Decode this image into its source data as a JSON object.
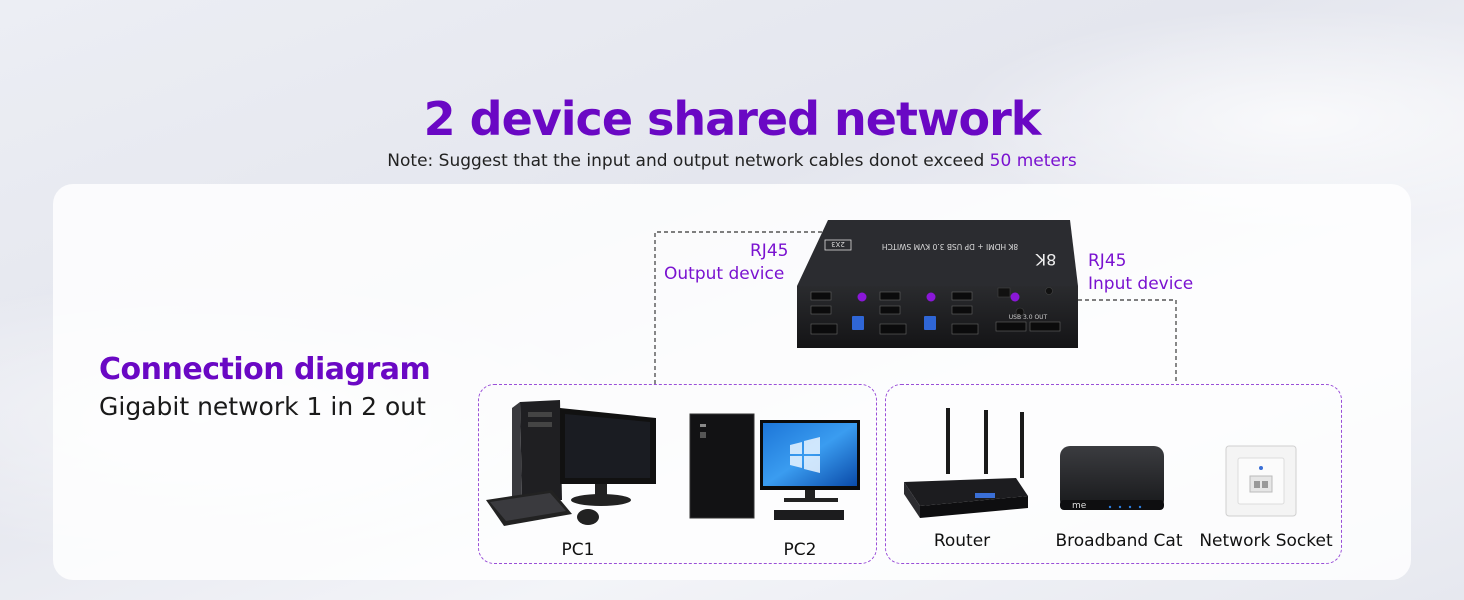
{
  "headline": "2 device shared network",
  "note": {
    "prefix": "Note: Suggest that the input and output network cables donot exceed",
    "highlight": "50 meters"
  },
  "diagram": {
    "title": "Connection diagram",
    "subtitle": "Gigabit network 1 in 2 out"
  },
  "ports": {
    "output_rj45": "RJ45",
    "output_device": "Output device",
    "input_rj45": "RJ45",
    "input_device": "Input device"
  },
  "switch": {
    "model_text": "8K HDMI + DP USB 3.0 KVM SWITCH",
    "tag": "2X3",
    "resolution": "8K",
    "usb_out": "USB 3.0 OUT"
  },
  "devices": {
    "pc1": "PC1",
    "pc2": "PC2",
    "router": "Router",
    "broadband": "Broadband Cat",
    "socket": "Network Socket",
    "box_brand": "me"
  },
  "colors": {
    "accent": "#6a08c4",
    "dash": "#9a4fd8",
    "cable": "#555555"
  }
}
